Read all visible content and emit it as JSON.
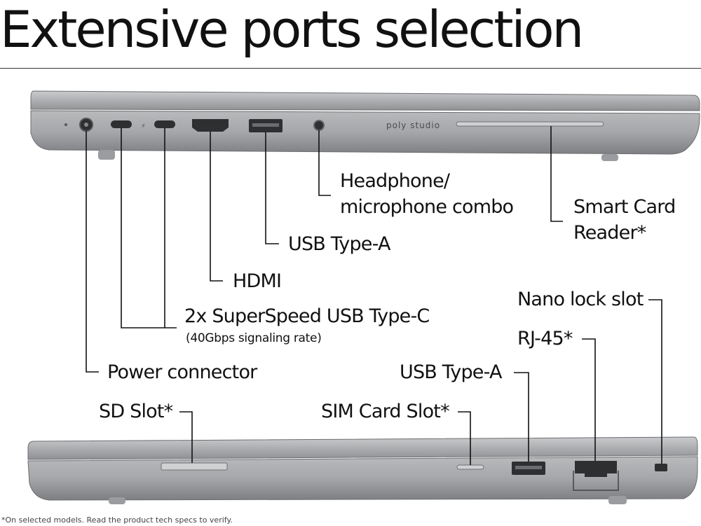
{
  "title": "Extensive ports selection",
  "brand_text": "poly studio",
  "labels": {
    "headphone_line1": "Headphone/",
    "headphone_line2": "microphone combo",
    "smart_card_line1": "Smart Card",
    "smart_card_line2": "Reader*",
    "usb_a_left": "USB Type-A",
    "hdmi": "HDMI",
    "usb_c": "2x SuperSpeed USB Type-C",
    "usb_c_sub": "(40Gbps signaling rate)",
    "power": "Power connector",
    "nano_lock": "Nano lock slot",
    "rj45": "RJ-45*",
    "usb_a_right": "USB Type-A",
    "sd_slot": "SD Slot*",
    "sim_slot": "SIM Card Slot*"
  },
  "footnote": "*On selected models. Read the product tech specs to verify.",
  "colors": {
    "laptop_body": "#a7a9ac",
    "laptop_dark": "#6e7073",
    "port": "#3a3b3d",
    "line": "#111111"
  }
}
